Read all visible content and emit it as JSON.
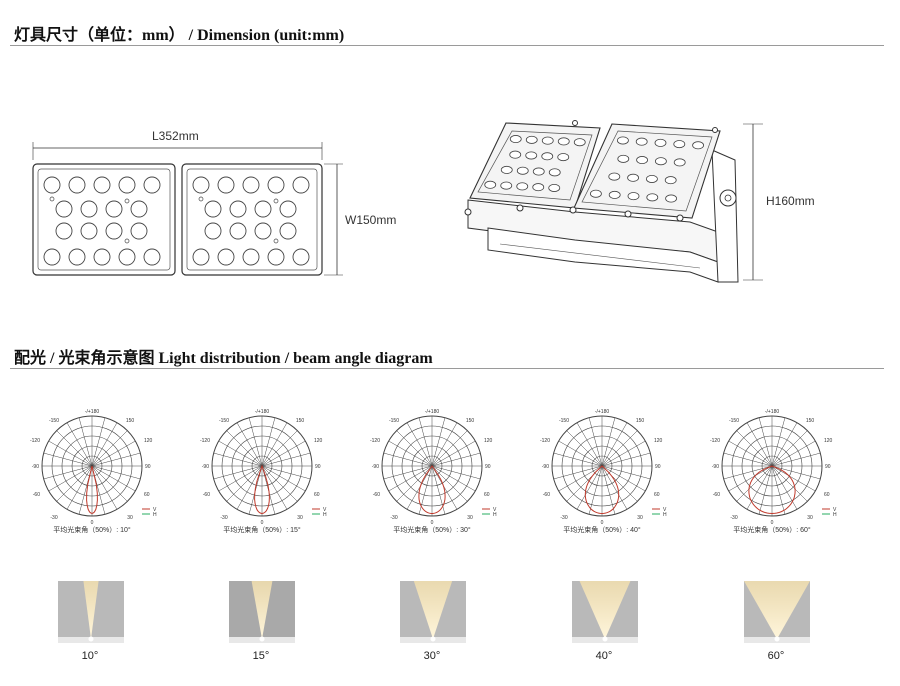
{
  "dimension_section": {
    "title": "灯具尺寸（单位：mm） / Dimension (unit:mm)",
    "length_label": "L352mm",
    "width_label": "W150mm",
    "height_label": "H160mm"
  },
  "distribution_section": {
    "title": "配光 / 光束角示意图   Light distribution / beam angle diagram"
  },
  "polar_diagrams": [
    {
      "caption": "平均光束角（50%）: 10°",
      "beam_angle": 10
    },
    {
      "caption": "平均光束角（50%）: 15°",
      "beam_angle": 15
    },
    {
      "caption": "平均光束角（50%）: 30°",
      "beam_angle": 30
    },
    {
      "caption": "平均光束角（50%）: 40°",
      "beam_angle": 40
    },
    {
      "caption": "平均光束角（50%）: 60°",
      "beam_angle": 60
    }
  ],
  "polar_axis_labels": {
    "top": "-/+180",
    "upper_left": "-150",
    "upper_right": "150",
    "left_upper": "-120",
    "right_upper": "120",
    "left": "-90",
    "right": "90",
    "left_lower": "-60",
    "right_lower": "60",
    "lower_left": "-30",
    "lower_right": "30",
    "bottom": "0"
  },
  "polar_legend": {
    "v": "V",
    "h": "H",
    "v_color": "#c0392b",
    "h_color": "#27ae60"
  },
  "beam_images": [
    {
      "label": "10°",
      "beam_angle": 10
    },
    {
      "label": "15°",
      "beam_angle": 15
    },
    {
      "label": "30°",
      "beam_angle": 30
    },
    {
      "label": "40°",
      "beam_angle": 40
    },
    {
      "label": "60°",
      "beam_angle": 60
    }
  ],
  "colors": {
    "beam_warm": "#f3e3b8",
    "panel_gray": "#b9b9b9",
    "floor_white": "#ffffff"
  }
}
